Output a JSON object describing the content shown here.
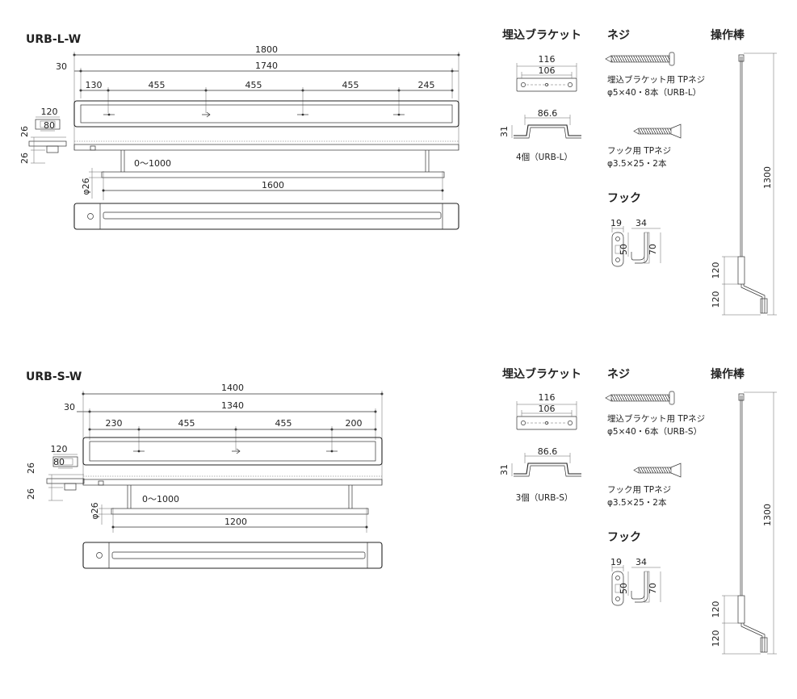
{
  "colors": {
    "line": "#333333",
    "text": "#222222",
    "bg": "#ffffff"
  },
  "l": {
    "title": "URB-L-W",
    "total": "1800",
    "inner": "1740",
    "offset": "30",
    "seg": [
      "130",
      "455",
      "455",
      "455",
      "245"
    ],
    "end_w": "120",
    "end_inner": "80",
    "h1": "26",
    "h2": "26",
    "range": "0～1000",
    "pole_d": "φ26",
    "pole_len": "1600",
    "bracket": {
      "title": "埋込ブラケット",
      "w1": "116",
      "w2": "106",
      "w3": "86.6",
      "h": "31",
      "qty": "4個（URB-L）"
    },
    "screw": {
      "title": "ネジ",
      "line1": "埋込ブラケット用 TPネジ",
      "line2": "φ5×40・8本（URB-L）",
      "line3": "フック用 TPネジ",
      "line4": "φ3.5×25・2本"
    },
    "hook": {
      "title": "フック",
      "w1": "19",
      "w2": "34",
      "h1": "50",
      "h2": "70"
    },
    "rod": {
      "title": "操作棒",
      "len": "1300",
      "h1": "120",
      "h2": "120"
    }
  },
  "s": {
    "title": "URB-S-W",
    "total": "1400",
    "inner": "1340",
    "offset": "30",
    "seg": [
      "230",
      "455",
      "455",
      "200"
    ],
    "end_w": "120",
    "end_inner": "80",
    "h1": "26",
    "h2": "26",
    "range": "0～1000",
    "pole_d": "φ26",
    "pole_len": "1200",
    "bracket": {
      "title": "埋込ブラケット",
      "w1": "116",
      "w2": "106",
      "w3": "86.6",
      "h": "31",
      "qty": "3個（URB-S）"
    },
    "screw": {
      "title": "ネジ",
      "line1": "埋込ブラケット用 TPネジ",
      "line2": "φ5×40・6本（URB-S）",
      "line3": "フック用 TPネジ",
      "line4": "φ3.5×25・2本"
    },
    "hook": {
      "title": "フック",
      "w1": "19",
      "w2": "34",
      "h1": "50",
      "h2": "70"
    },
    "rod": {
      "title": "操作棒",
      "len": "1300",
      "h1": "120",
      "h2": "120"
    }
  }
}
